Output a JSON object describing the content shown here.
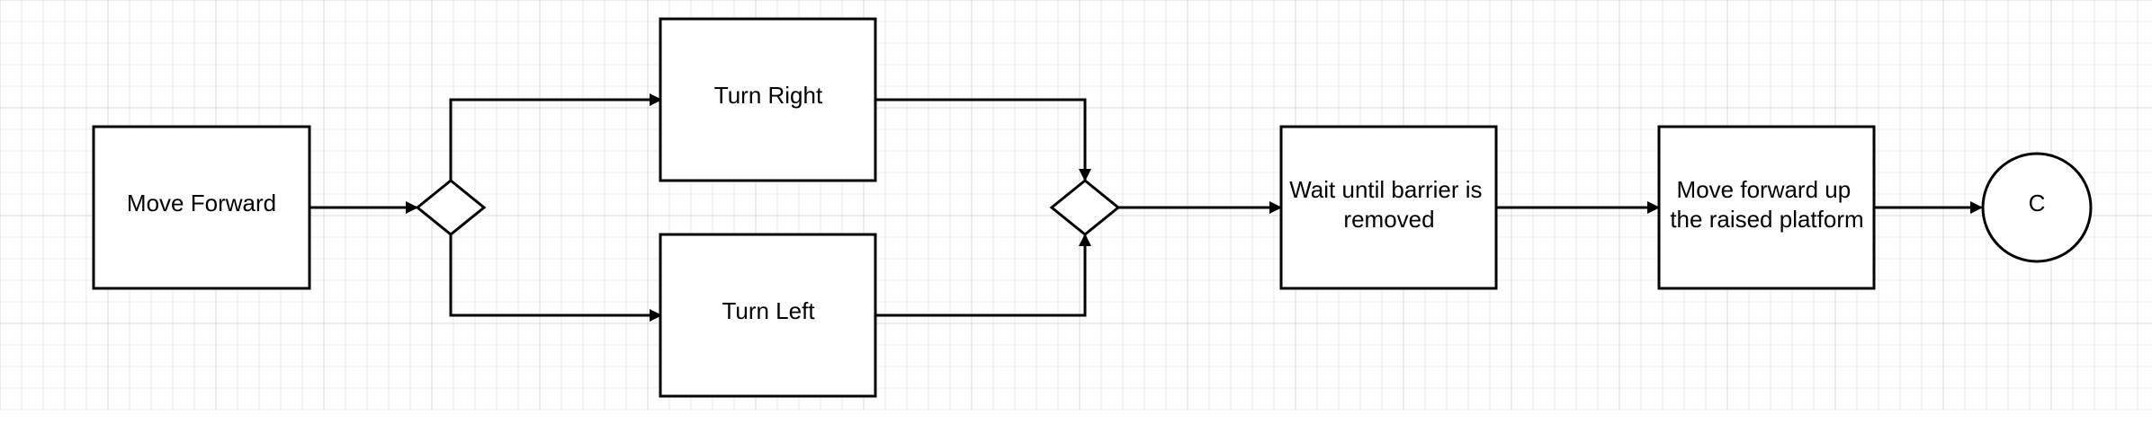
{
  "diagram": {
    "nodes": {
      "move_forward": {
        "label": [
          "Move Forward"
        ]
      },
      "decision_split": {
        "label": []
      },
      "turn_right": {
        "label": [
          "Turn Right"
        ]
      },
      "turn_left": {
        "label": [
          "Turn Left"
        ]
      },
      "decision_merge": {
        "label": []
      },
      "wait_barrier": {
        "label": [
          "Wait until barrier is",
          "removed"
        ]
      },
      "move_platform": {
        "label": [
          "Move forward up",
          "the raised platform"
        ]
      },
      "connector_c": {
        "label": [
          "C"
        ]
      }
    },
    "edges": [
      {
        "from": "move_forward",
        "to": "decision_split"
      },
      {
        "from": "decision_split",
        "to": "turn_right"
      },
      {
        "from": "decision_split",
        "to": "turn_left"
      },
      {
        "from": "turn_right",
        "to": "decision_merge"
      },
      {
        "from": "turn_left",
        "to": "decision_merge"
      },
      {
        "from": "decision_merge",
        "to": "wait_barrier"
      },
      {
        "from": "wait_barrier",
        "to": "move_platform"
      },
      {
        "from": "move_platform",
        "to": "connector_c"
      }
    ],
    "colors": {
      "stroke": "#000000",
      "fill": "#ffffff",
      "grid_minor": "#ececec",
      "grid_major": "#d9d9d9"
    }
  }
}
